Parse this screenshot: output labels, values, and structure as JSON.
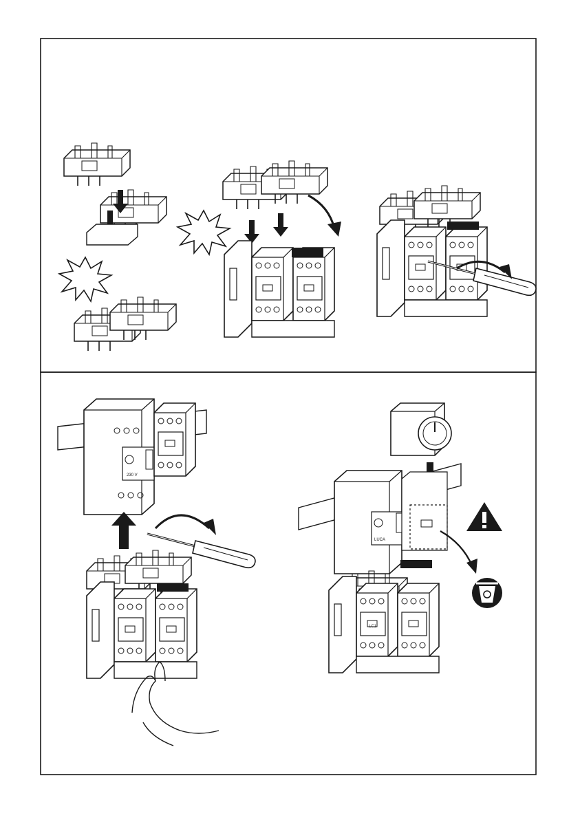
{
  "figure": {
    "panels": [
      {
        "id": "assembly-steps"
      },
      {
        "id": "mounting-steps"
      }
    ],
    "labels": {
      "device_rating": "230 V",
      "device_model": "LUCA",
      "contactor_marking": "LC1"
    },
    "icons": {
      "warning": "warning-triangle-icon",
      "recycle": "recycle-bin-icon",
      "click": "click-burst-icon",
      "push": "arrow-down-icon",
      "rotate": "rotate-arrow-icon",
      "tool": "screwdriver-icon",
      "hand": "hand-icon"
    },
    "colors": {
      "ink": "#1a1a1a",
      "paper": "#ffffff",
      "fill": "#e6e6e6"
    }
  }
}
